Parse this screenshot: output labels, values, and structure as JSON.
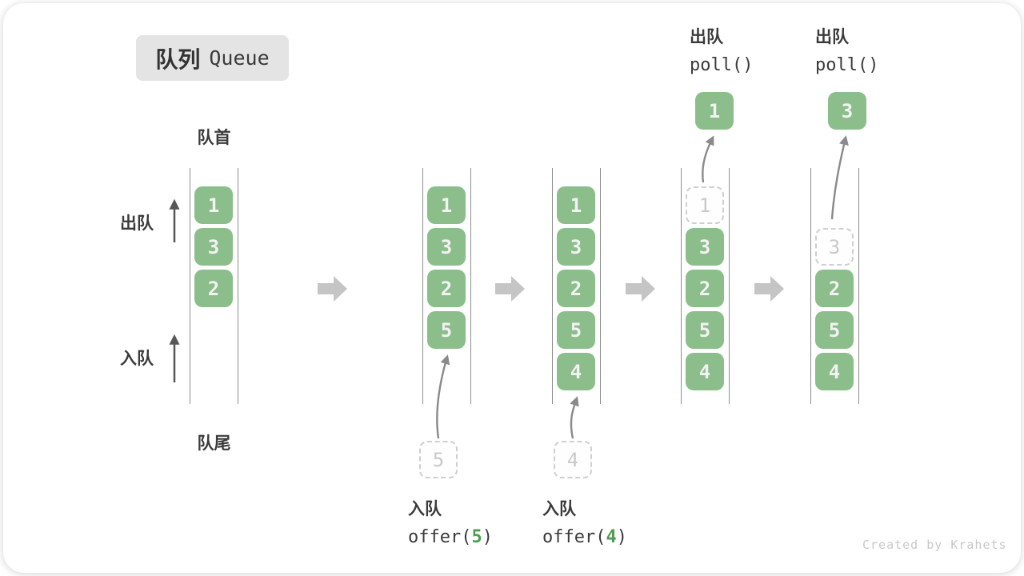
{
  "title": {
    "zh": "队列",
    "en": "Queue"
  },
  "labels": {
    "front": "队首",
    "rear": "队尾",
    "dequeue": "出队",
    "enqueue": "入队"
  },
  "queues": [
    {
      "cells": [
        {
          "v": "1",
          "type": "solid"
        },
        {
          "v": "3",
          "type": "solid"
        },
        {
          "v": "2",
          "type": "solid"
        }
      ]
    },
    {
      "cells": [
        {
          "v": "1",
          "type": "solid"
        },
        {
          "v": "3",
          "type": "solid"
        },
        {
          "v": "2",
          "type": "solid"
        },
        {
          "v": "5",
          "type": "solid"
        }
      ]
    },
    {
      "cells": [
        {
          "v": "1",
          "type": "solid"
        },
        {
          "v": "3",
          "type": "solid"
        },
        {
          "v": "2",
          "type": "solid"
        },
        {
          "v": "5",
          "type": "solid"
        },
        {
          "v": "4",
          "type": "solid"
        }
      ]
    },
    {
      "cells": [
        {
          "v": "1",
          "type": "dashed"
        },
        {
          "v": "3",
          "type": "solid"
        },
        {
          "v": "2",
          "type": "solid"
        },
        {
          "v": "5",
          "type": "solid"
        },
        {
          "v": "4",
          "type": "solid"
        }
      ]
    },
    {
      "cells": [
        {
          "v": "",
          "type": "empty"
        },
        {
          "v": "3",
          "type": "dashed"
        },
        {
          "v": "2",
          "type": "solid"
        },
        {
          "v": "5",
          "type": "solid"
        },
        {
          "v": "4",
          "type": "solid"
        }
      ]
    }
  ],
  "operations": {
    "enqueue_5": {
      "label": "入队",
      "code_pre": "offer(",
      "arg": "5",
      "code_post": ")",
      "pending": "5"
    },
    "enqueue_4": {
      "label": "入队",
      "code_pre": "offer(",
      "arg": "4",
      "code_post": ")",
      "pending": "4"
    },
    "poll_1": {
      "label": "出队",
      "code": "poll()",
      "result": "1"
    },
    "poll_3": {
      "label": "出队",
      "code": "poll()",
      "result": "3"
    }
  },
  "watermark": "Created by Krahets",
  "colors": {
    "cell_green": "#8cbe8c",
    "code_arg_green": "#4c9e50",
    "text_dark": "#3b3b3b",
    "block_arrow_gray": "#c5c5c5",
    "curve_arrow_gray": "#8a8a8a",
    "dashed_gray": "#cfcfcf",
    "badge_gray": "#e4e4e4"
  }
}
